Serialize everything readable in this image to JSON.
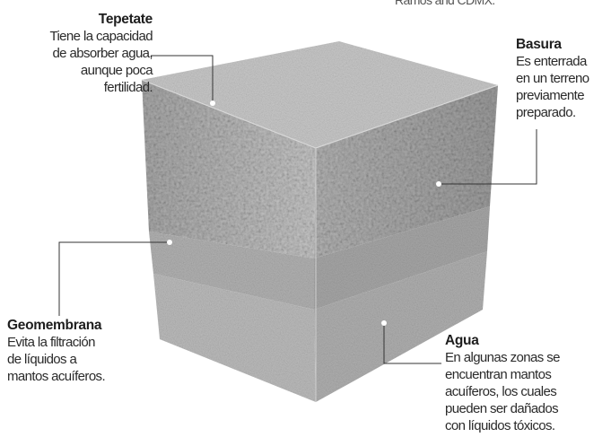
{
  "top_partial_text": "Ramos and CDMX.",
  "labels": {
    "tepetate": {
      "title": "Tepetate",
      "desc": "Tiene la capacidad\nde absorber agua,\naunque poca\nfertilidad."
    },
    "basura": {
      "title": "Basura",
      "desc": "Es enterrada\nen un terreno\npreviamente\npreparado."
    },
    "geomembrana": {
      "title": "Geomembrana",
      "desc": "Evita la filtración\nde líquidos a\nmantos acuíferos."
    },
    "agua": {
      "title": "Agua",
      "desc": "En algunas zonas se\nencuentran mantos\nacuíferos, los cuales\npueden ser dañados\ncon líquidos tóxicos."
    }
  },
  "colors": {
    "leader": "#333333",
    "soil": "#bdbdbd"
  }
}
